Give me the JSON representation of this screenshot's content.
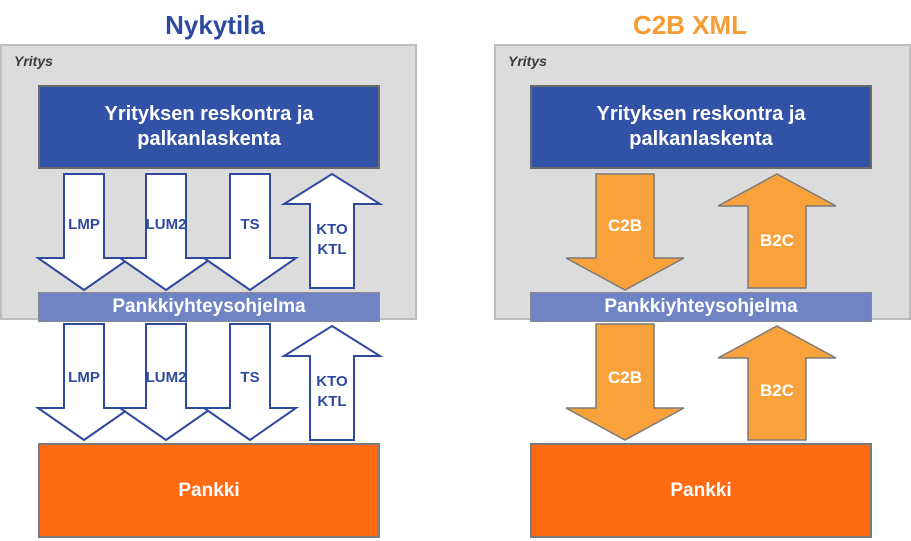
{
  "left": {
    "title": "Nykytila",
    "company_label": "Yritys",
    "ledger_line1": "Yrityksen reskontra ja",
    "ledger_line2": "palkanlaskenta",
    "bank_program": "Pankkiyhteysohjelma",
    "bank": "Pankki",
    "upper_arrows": [
      {
        "label": "LMP",
        "direction": "down"
      },
      {
        "label": "LUM2",
        "direction": "down"
      },
      {
        "label": "TS",
        "direction": "down"
      },
      {
        "label": "KTO",
        "label2": "KTL",
        "direction": "up"
      }
    ],
    "lower_arrows": [
      {
        "label": "LMP",
        "direction": "down"
      },
      {
        "label": "LUM2",
        "direction": "down"
      },
      {
        "label": "TS",
        "direction": "down"
      },
      {
        "label": "KTO",
        "label2": "KTL",
        "direction": "up"
      }
    ]
  },
  "right": {
    "title": "C2B XML",
    "company_label": "Yritys",
    "ledger_line1": "Yrityksen reskontra ja",
    "ledger_line2": "palkanlaskenta",
    "bank_program": "Pankkiyhteysohjelma",
    "bank": "Pankki",
    "upper_arrows": [
      {
        "label": "C2B",
        "direction": "down"
      },
      {
        "label": "B2C",
        "direction": "up"
      }
    ],
    "lower_arrows": [
      {
        "label": "C2B",
        "direction": "down"
      },
      {
        "label": "B2C",
        "direction": "up"
      }
    ]
  },
  "colors": {
    "title_left": "#2e4a9e",
    "title_right": "#f79b35",
    "ledger": "#3152a6",
    "bank_program": "#6f84c4",
    "bank": "#ff6a13",
    "arrow_orange": "#f9a23c",
    "arrow_outline_blue": "#2e4a9e"
  }
}
